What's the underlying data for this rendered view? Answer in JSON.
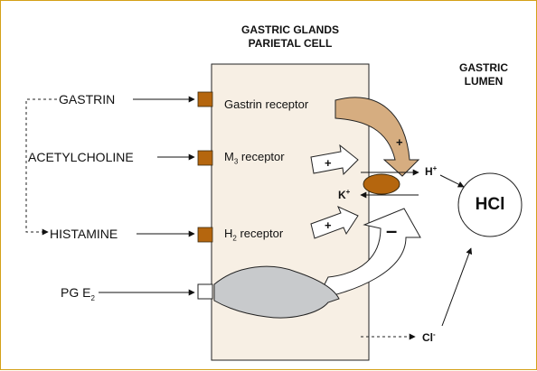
{
  "header": {
    "line1": "GASTRIC GLANDS",
    "line2": "PARIETAL CELL",
    "lumen_line1": "GASTRIC",
    "lumen_line2": "LUMEN"
  },
  "agonists": [
    {
      "label": "GASTRIN"
    },
    {
      "label": "ACETYLCHOLINE"
    },
    {
      "label": "HISTAMINE"
    },
    {
      "label_main": "PG E",
      "label_sub": "2"
    }
  ],
  "receptors": [
    {
      "label": "Gastrin receptor"
    },
    {
      "label_main": "M",
      "label_sub": "3",
      "label_rest": " receptor"
    },
    {
      "label_main": "H",
      "label_sub": "2",
      "label_rest": " receptor"
    }
  ],
  "pump": {
    "h_main": "H",
    "h_sup": "+",
    "k_main": "K",
    "k_sup": "+"
  },
  "signs": {
    "plus": "+",
    "minus": "–"
  },
  "lumen": {
    "hcl": "HCl",
    "cl_main": "Cl",
    "cl_sup": "-"
  },
  "colors": {
    "border": "#d4a017",
    "cell_fill": "#f7efe4",
    "receptor": "#b5660e",
    "gastrin_arrow": "#d6ad80",
    "pge2_arrow": "#c8cacc",
    "pump": "#b5660e"
  }
}
